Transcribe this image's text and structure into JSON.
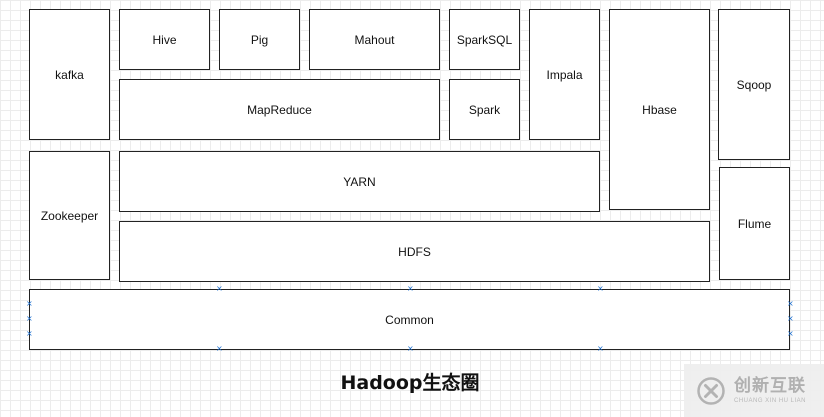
{
  "diagram": {
    "title": "Hadoop生态圈",
    "components": {
      "kafka": "kafka",
      "hive": "Hive",
      "pig": "Pig",
      "mahout": "Mahout",
      "sparksql": "SparkSQL",
      "impala": "Impala",
      "hbase": "Hbase",
      "sqoop": "Sqoop",
      "mapreduce": "MapReduce",
      "spark": "Spark",
      "zookeeper": "Zookeeper",
      "yarn": "YARN",
      "flume": "Flume",
      "hdfs": "HDFS",
      "common": "Common"
    },
    "selected_component": "Common"
  },
  "watermark": {
    "name_cn": "创新互联",
    "name_en": "CHUANG XIN HU LIAN"
  },
  "colors": {
    "box_border": "#222222",
    "selection_handle": "#1c6fd0",
    "grid": "#ececec"
  }
}
